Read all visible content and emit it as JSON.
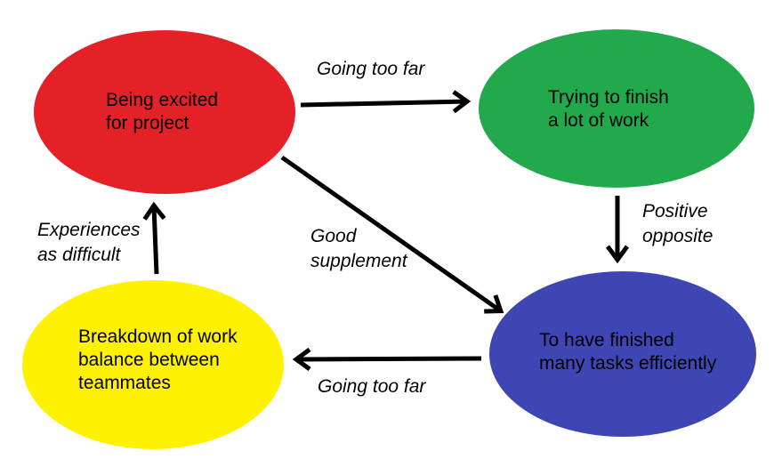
{
  "diagram": {
    "background_color": "#ffffff",
    "text_color": "#000000",
    "edge_color": "#000000",
    "nodes": [
      {
        "id": "being-excited",
        "label": "Being excited\nfor project",
        "color": "#e32126",
        "shape": "ellipse"
      },
      {
        "id": "trying-finish",
        "label": "Trying to finish\na lot of work",
        "color": "#22a94c",
        "shape": "ellipse"
      },
      {
        "id": "finished-tasks",
        "label": "To have finished\nmany tasks efficiently",
        "color": "#3e46b4",
        "shape": "ellipse"
      },
      {
        "id": "breakdown",
        "label": "Breakdown of work\nbalance between\nteammates",
        "color": "#fff200",
        "shape": "ellipse"
      }
    ],
    "edges": [
      {
        "from": "being-excited",
        "to": "trying-finish",
        "label": "Going too far"
      },
      {
        "from": "trying-finish",
        "to": "finished-tasks",
        "label": "Positive\nopposite"
      },
      {
        "from": "being-excited",
        "to": "finished-tasks",
        "label": "Good\nsupplement"
      },
      {
        "from": "finished-tasks",
        "to": "breakdown",
        "label": "Going too far"
      },
      {
        "from": "breakdown",
        "to": "being-excited",
        "label": "Experiences\nas difficult"
      }
    ]
  }
}
